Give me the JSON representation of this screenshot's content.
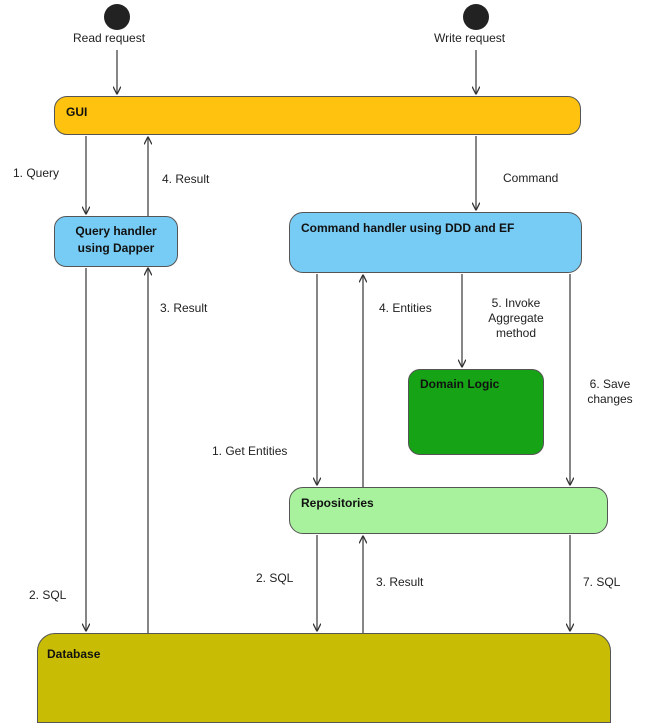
{
  "start_nodes": {
    "read": {
      "label": "Read request"
    },
    "write": {
      "label": "Write request"
    }
  },
  "nodes": {
    "gui": {
      "label": "GUI",
      "color": "#ffc20e"
    },
    "query_handler": {
      "label_lines": [
        "Query handler",
        "using Dapper"
      ],
      "color": "#77ccf5"
    },
    "command_handler": {
      "label": "Command handler using DDD and EF",
      "color": "#77ccf5"
    },
    "domain_logic": {
      "label": "Domain Logic",
      "color": "#16a416"
    },
    "repositories": {
      "label": "Repositories",
      "color": "#a8f29d"
    },
    "database": {
      "label": "Database",
      "color": "#c8bd04"
    }
  },
  "edge_labels": {
    "query": "1. Query",
    "result_gui": "4. Result",
    "command": "Command",
    "result_qh": "3. Result",
    "entities": "4. Entities",
    "invoke": [
      "5. Invoke",
      "Aggregate",
      "method"
    ],
    "save": [
      "6. Save",
      "changes"
    ],
    "get_entities": "1. Get Entities",
    "sql_left": "2. SQL",
    "sql_repo": "2. SQL",
    "result_repo": "3. Result",
    "sql_save": "7. SQL"
  }
}
